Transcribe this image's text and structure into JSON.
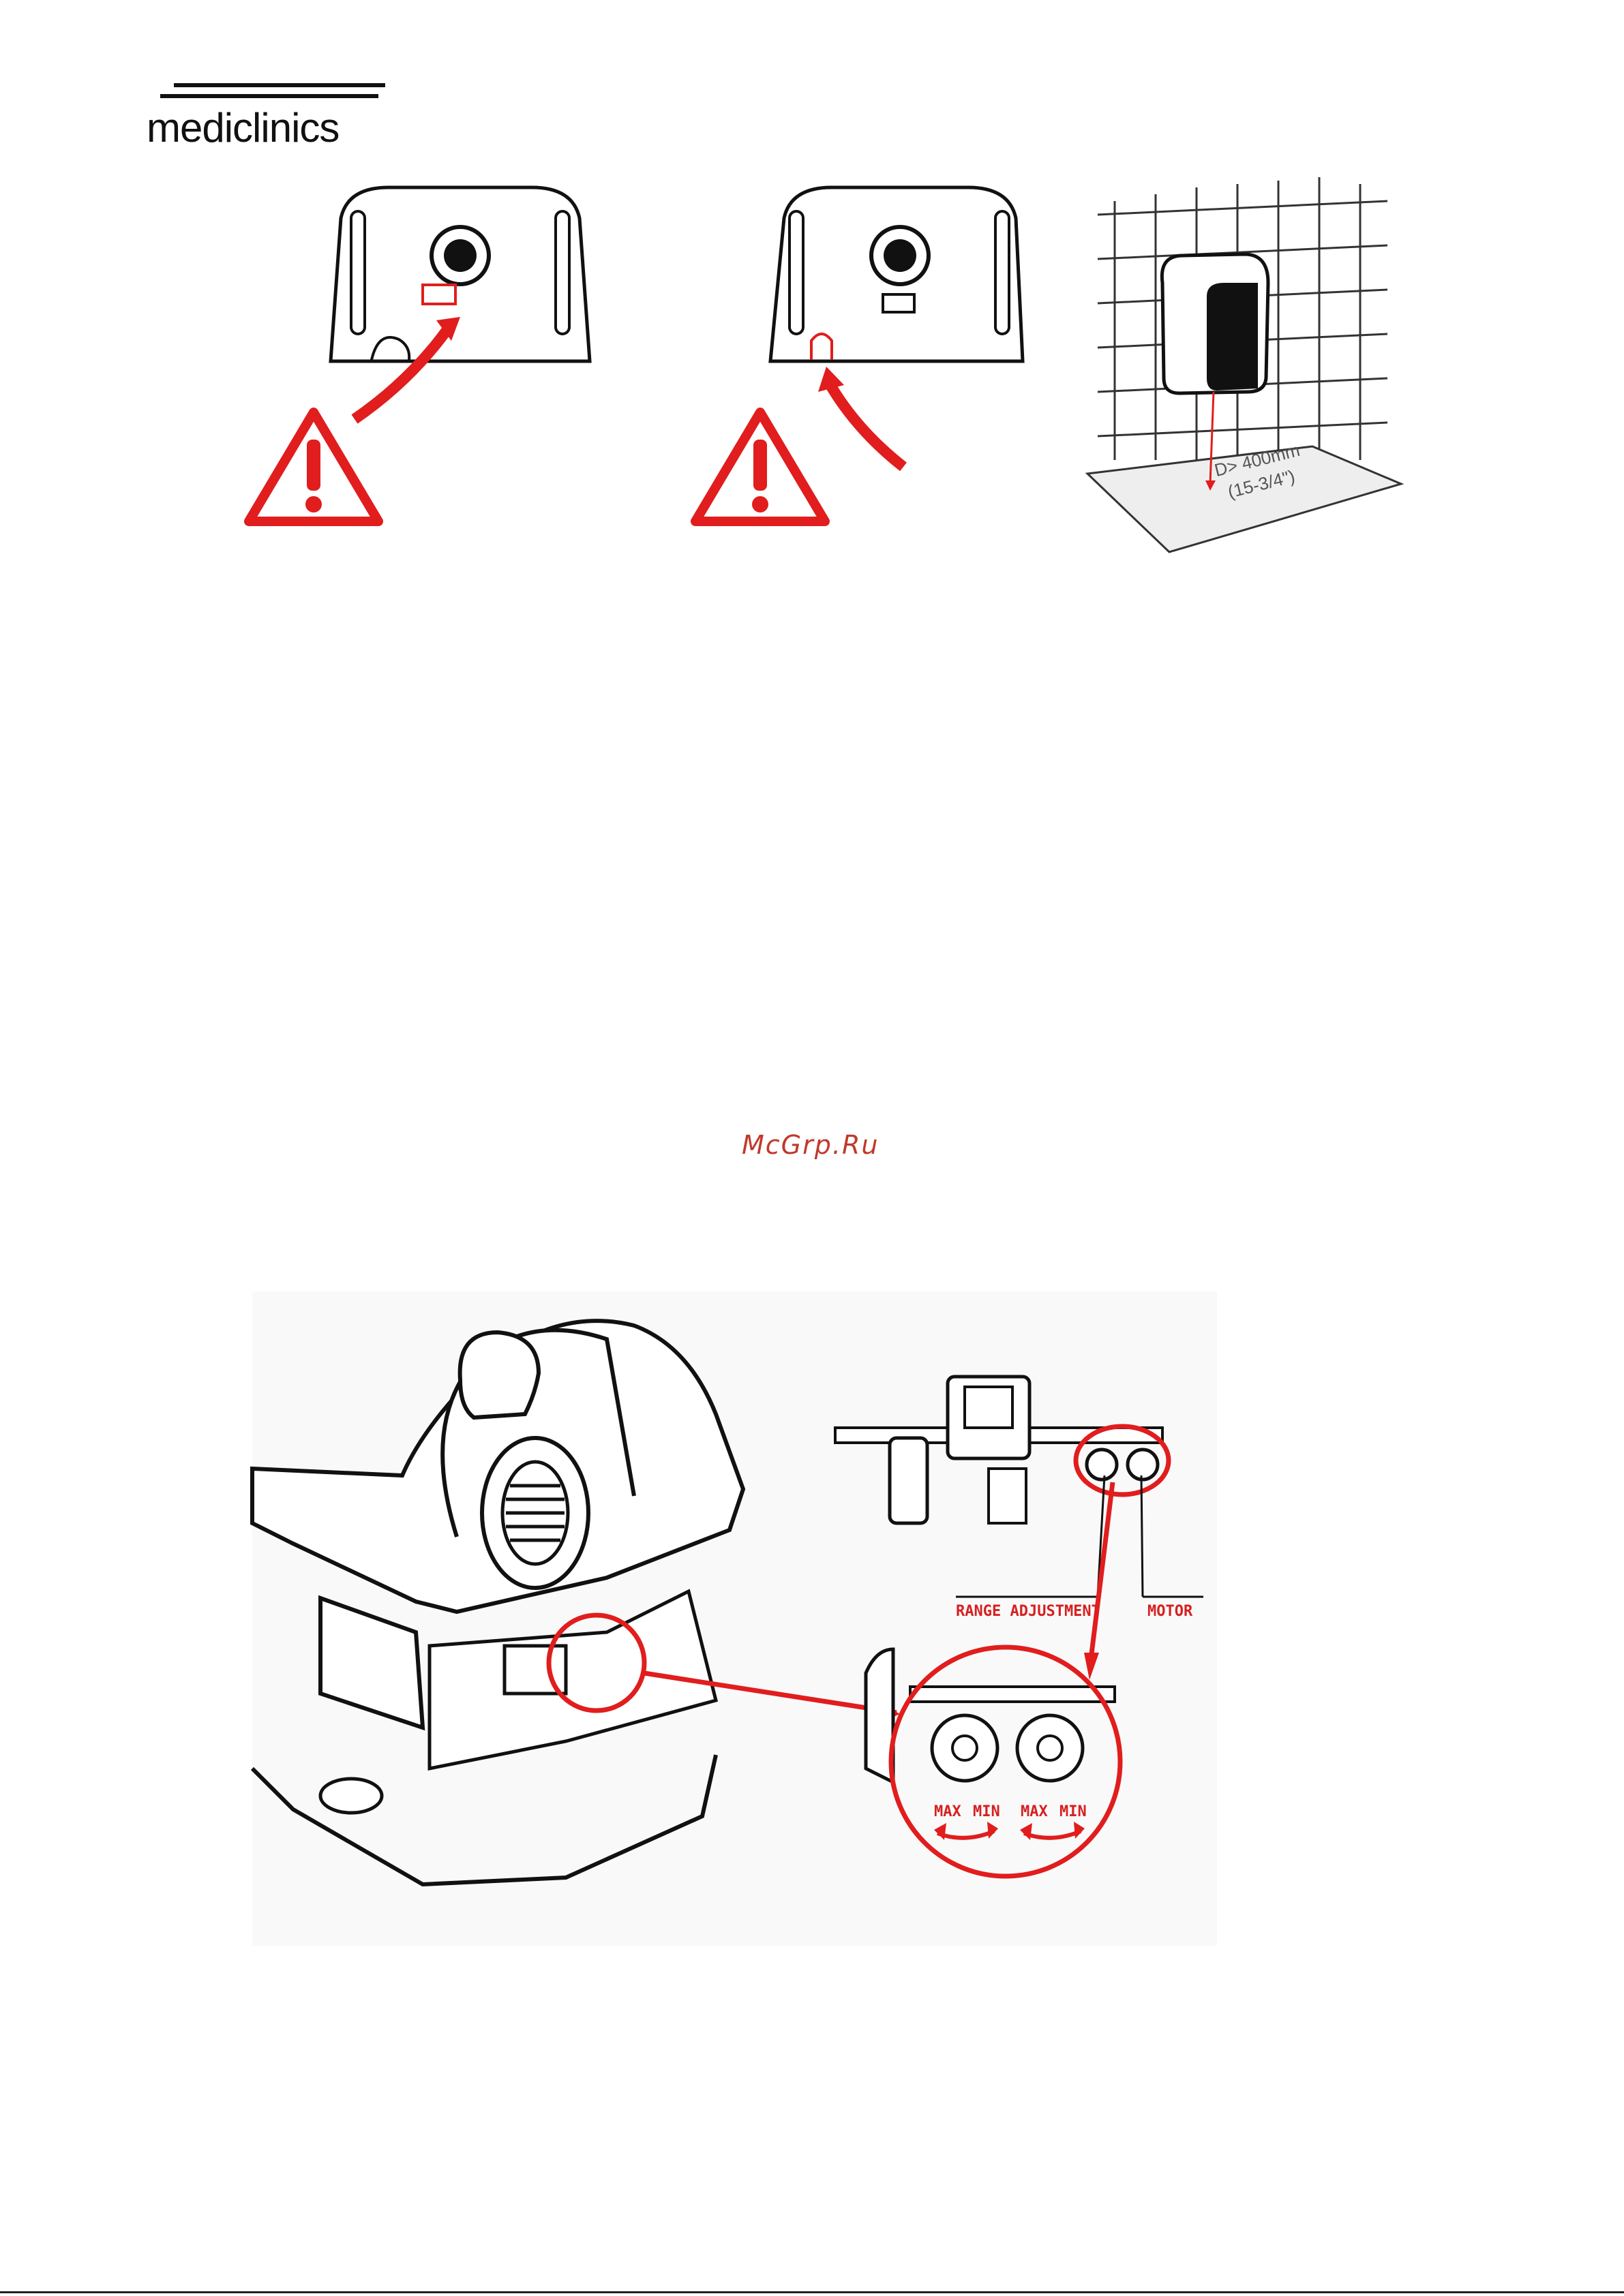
{
  "header": {
    "logo_text": "mediclinics"
  },
  "figures": {
    "fig3_distance": {
      "line1": "D> 400mm",
      "line2": "(15-3/4\")"
    }
  },
  "watermark": "McGrp.Ru",
  "pcb_diagram": {
    "range_label": "RANGE ADJUSTMENT",
    "motor_label": "MOTOR",
    "pot1_max": "MAX",
    "pot1_min": "MIN",
    "pot2_max": "MAX",
    "pot2_min": "MIN"
  },
  "colors": {
    "accent_red": "#e11d1d",
    "line": "#111111"
  }
}
